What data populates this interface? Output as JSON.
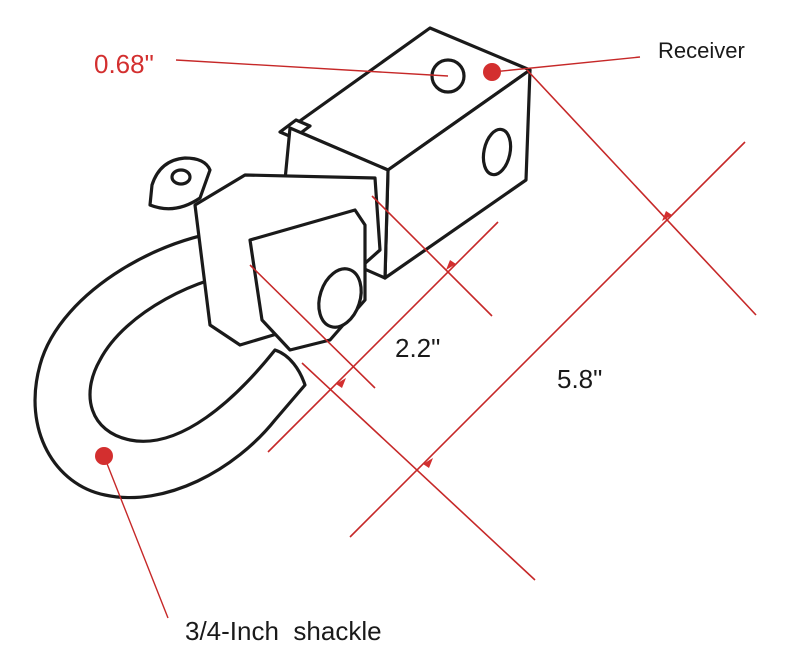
{
  "labels": {
    "pin_diameter": "0.68\"",
    "receiver": "Receiver",
    "shackle_gap": "2.2\"",
    "overall_length": "5.8\"",
    "shackle": "3/4-Inch  shackle"
  },
  "colors": {
    "accent": "#d32f2f",
    "outline": "#1a1a1a",
    "background": "#ffffff"
  }
}
